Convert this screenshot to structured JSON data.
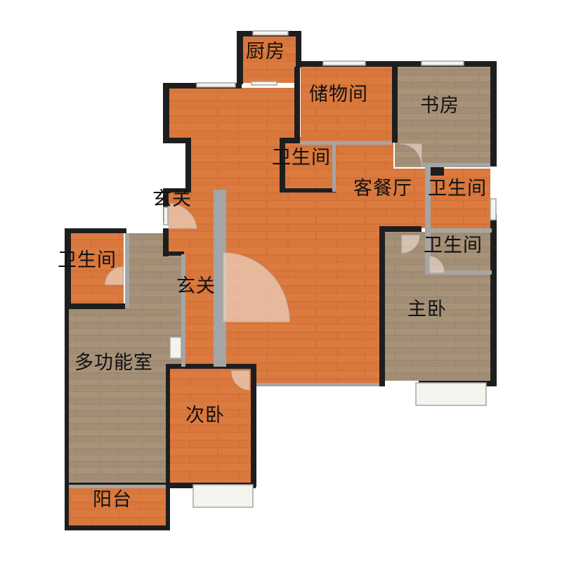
{
  "rooms": {
    "kitchen": "厨房",
    "storage": "储物间",
    "study": "书房",
    "bath_center": "卫生间",
    "living_dining": "客餐厅",
    "bath_right_upper": "卫生间",
    "bath_right_lower": "卫生间",
    "foyer_upper": "玄关",
    "foyer_lower": "玄关",
    "bath_left": "卫生间",
    "master_bedroom": "主卧",
    "multi_room": "多功能室",
    "second_bedroom": "次卧",
    "balcony": "阳台"
  },
  "colors": {
    "wood_floor": "#D9773C",
    "tile_floor": "#A28E76",
    "wall": "#1E1E1E",
    "partition": "#A5A5A5",
    "window": "#F4F4EE"
  }
}
